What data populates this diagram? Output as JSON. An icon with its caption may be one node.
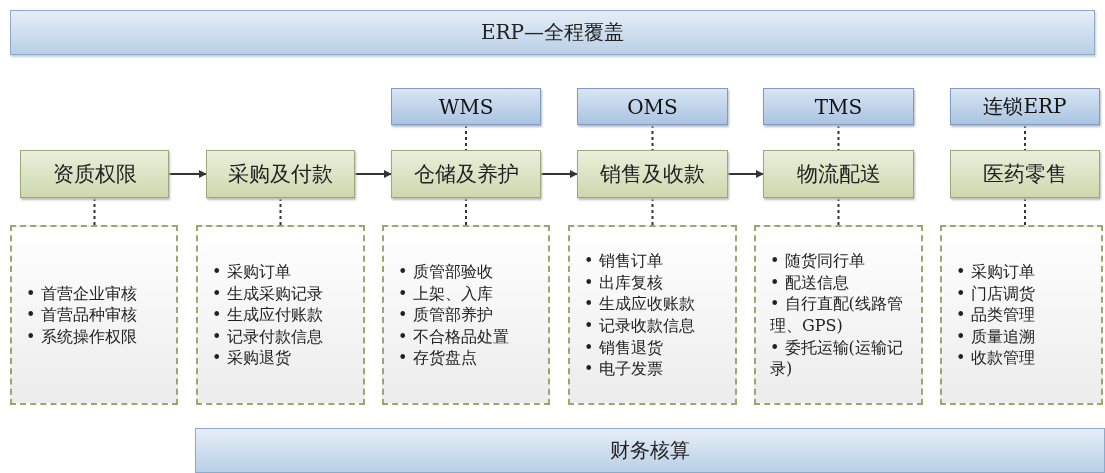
{
  "diagram": {
    "nodes": [
      {
        "text": [
          "ERP—全程覆盖"
        ]
      },
      {
        "text": [
          "WMS"
        ]
      },
      {
        "text": [
          "OMS"
        ]
      },
      {
        "text": [
          "TMS"
        ]
      },
      {
        "text": [
          "连锁ERP"
        ]
      },
      {
        "text": [
          "资质权限"
        ]
      },
      {
        "text": [
          "采购及付款"
        ]
      },
      {
        "text": [
          "仓储及养护"
        ]
      },
      {
        "text": [
          "销售及收款"
        ]
      },
      {
        "text": [
          "物流配送"
        ]
      },
      {
        "text": [
          "医药零售"
        ]
      },
      {
        "text": [
          "• 首营企业审核",
          "• 首营品种审核",
          "• 系统操作权限"
        ]
      },
      {
        "text": [
          "• 采购订单",
          "• 生成采购记录",
          "• 生成应付账款",
          "• 记录付款信息",
          "• 采购退货"
        ]
      },
      {
        "text": [
          "• 质管部验收",
          "• 上架、入库",
          "• 质管部养护",
          "• 不合格品处置",
          "• 存货盘点"
        ]
      },
      {
        "text": [
          "• 销售订单",
          "• 出库复核",
          "• 生成应收账款",
          "• 记录收款信息",
          "• 销售退货",
          "• 电子发票"
        ]
      },
      {
        "text": [
          "• 随货同行单",
          "• 配送信息",
          "• 自行直配(线路管理、GPS)",
          "• 委托运输(运输记录)"
        ]
      },
      {
        "text": [
          "• 采购订单",
          "• 门店调货",
          "• 品类管理",
          "• 质量追溯",
          "• 收款管理"
        ]
      },
      {
        "text": [
          "财务核算"
        ]
      }
    ],
    "edges": [
      {
        "from": 5,
        "to": 6,
        "arrow": "to"
      },
      {
        "from": 6,
        "to": 7,
        "arrow": "to"
      },
      {
        "from": 7,
        "to": 8,
        "arrow": "to"
      },
      {
        "from": 8,
        "to": 9,
        "arrow": "to"
      },
      {
        "from": 1,
        "to": 7,
        "arrow": "none",
        "style": "dashed"
      },
      {
        "from": 2,
        "to": 8,
        "arrow": "none",
        "style": "dashed"
      },
      {
        "from": 3,
        "to": 9,
        "arrow": "none",
        "style": "dashed"
      },
      {
        "from": 4,
        "to": 10,
        "arrow": "none",
        "style": "dashed"
      },
      {
        "from": 5,
        "to": 11,
        "arrow": "none",
        "style": "dashed"
      },
      {
        "from": 6,
        "to": 12,
        "arrow": "none",
        "style": "dashed"
      },
      {
        "from": 7,
        "to": 13,
        "arrow": "none",
        "style": "dashed"
      },
      {
        "from": 8,
        "to": 14,
        "arrow": "none",
        "style": "dashed"
      },
      {
        "from": 9,
        "to": 15,
        "arrow": "none",
        "style": "dashed"
      },
      {
        "from": 10,
        "to": 16,
        "arrow": "none",
        "style": "dashed"
      }
    ]
  }
}
